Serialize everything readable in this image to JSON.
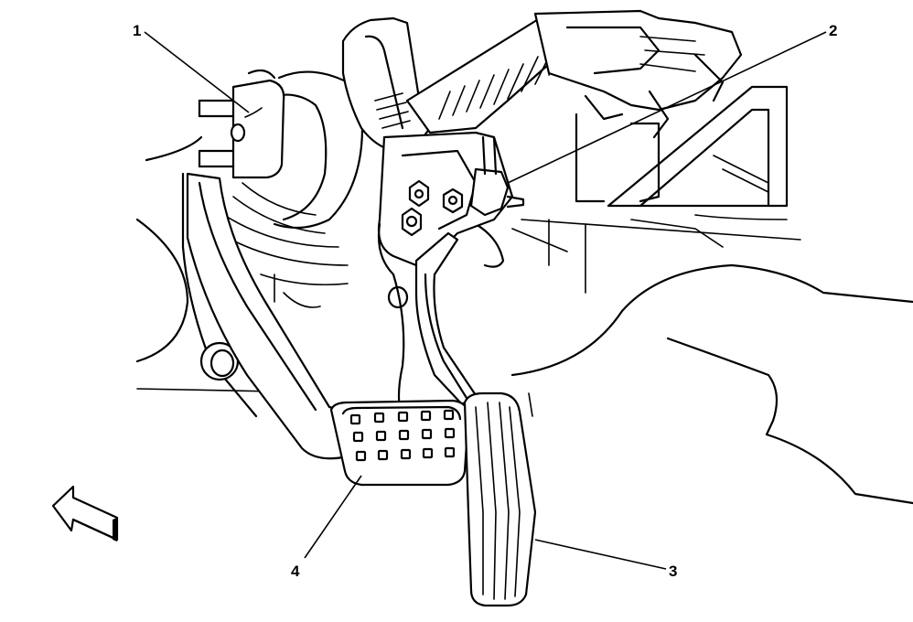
{
  "callouts": [
    {
      "id": "1",
      "label": "1"
    },
    {
      "id": "2",
      "label": "2"
    },
    {
      "id": "3",
      "label": "3"
    },
    {
      "id": "4",
      "label": "4"
    }
  ],
  "icons": {
    "direction_arrow": "front-arrow-icon"
  }
}
